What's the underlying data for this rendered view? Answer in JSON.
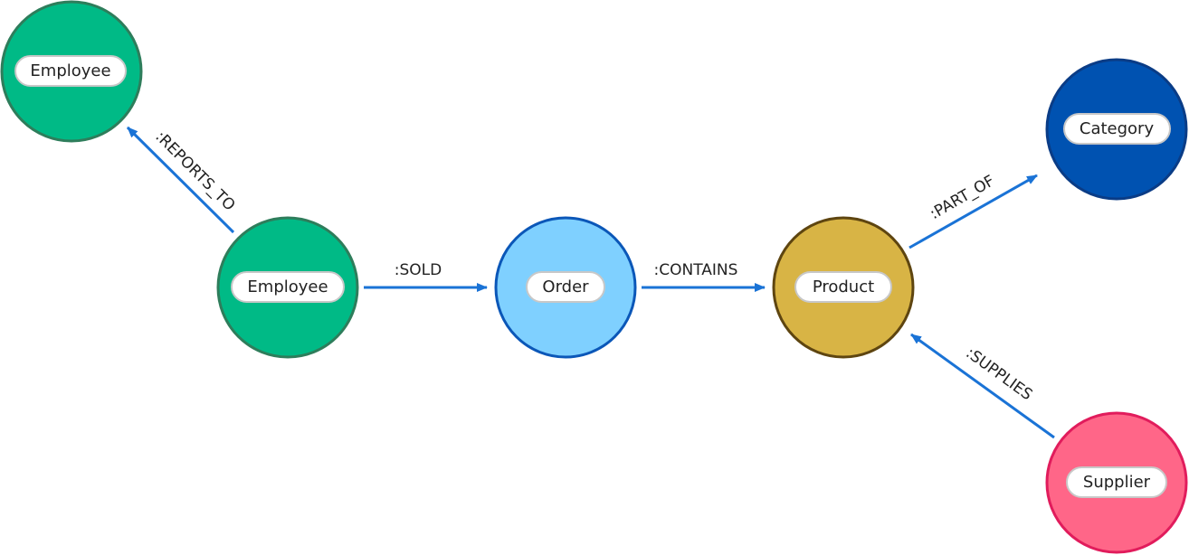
{
  "nodes": [
    {
      "id": "employee_manager",
      "label": "Employee",
      "fill": "#00BA86",
      "stroke": "#2E7D5B"
    },
    {
      "id": "employee",
      "label": "Employee",
      "fill": "#00BA86",
      "stroke": "#2E7D5B"
    },
    {
      "id": "order",
      "label": "Order",
      "fill": "#7FD0FF",
      "stroke": "#0B57B8"
    },
    {
      "id": "product",
      "label": "Product",
      "fill": "#D8B445",
      "stroke": "#5E4510"
    },
    {
      "id": "category",
      "label": "Category",
      "fill": "#0052B1",
      "stroke": "#0A3C86"
    },
    {
      "id": "supplier",
      "label": "Supplier",
      "fill": "#FF6688",
      "stroke": "#E11C5C"
    }
  ],
  "edges": [
    {
      "id": "reports_to",
      "from": "employee",
      "to": "employee_manager",
      "label": ":REPORTS_TO"
    },
    {
      "id": "sold",
      "from": "employee",
      "to": "order",
      "label": ":SOLD"
    },
    {
      "id": "contains",
      "from": "order",
      "to": "product",
      "label": ":CONTAINS"
    },
    {
      "id": "part_of",
      "from": "product",
      "to": "category",
      "label": ":PART_OF"
    },
    {
      "id": "supplies",
      "from": "supplier",
      "to": "product",
      "label": ":SUPPLIES"
    }
  ],
  "edge_color": "#1A73D6"
}
